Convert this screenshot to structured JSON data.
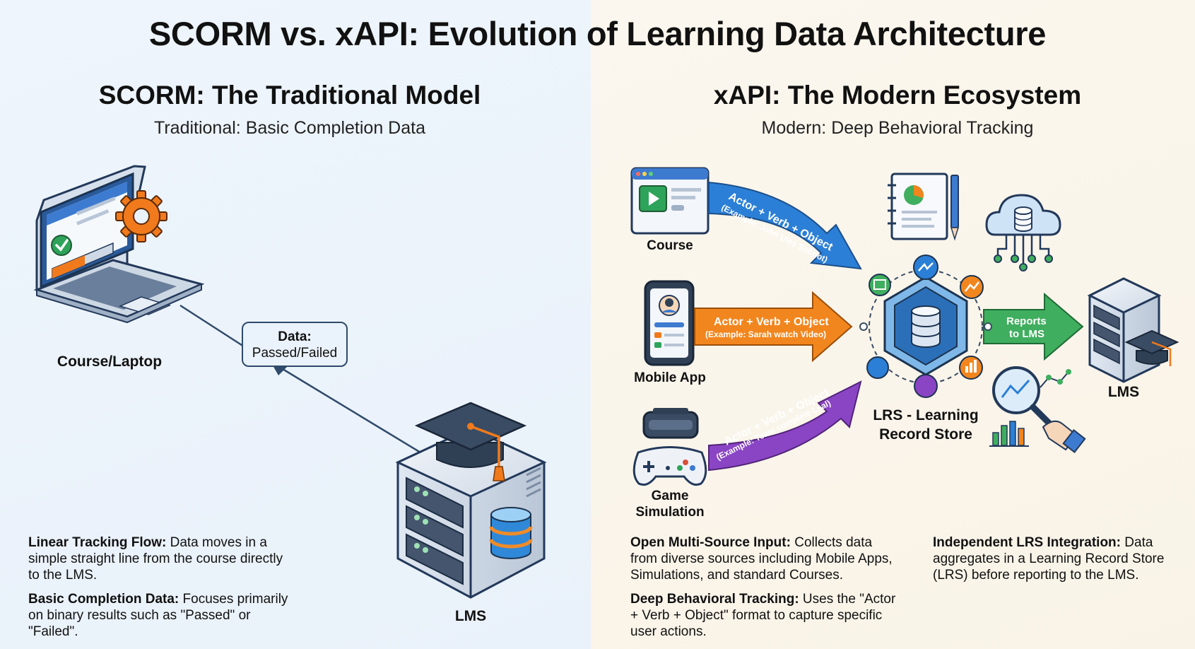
{
  "title": "SCORM vs. xAPI: Evolution of Learning Data Architecture",
  "scorm": {
    "title": "SCORM: The Traditional Model",
    "subtitle": "Traditional: Basic Completion Data",
    "course_label": "Course/Laptop",
    "callout_title": "Data:",
    "callout_value": "Passed/Failed",
    "lms_label": "LMS",
    "notes": [
      {
        "head": "Linear Tracking Flow:",
        "body": " Data moves in a simple straight line from the course directly to the LMS."
      },
      {
        "head": "Basic Completion Data:",
        "body": " Focuses primarily on binary results such as \"Passed\" or \"Failed\"."
      }
    ]
  },
  "xapi": {
    "title": "xAPI: The Modern Ecosystem",
    "subtitle": "Modern: Deep Behavioral Tracking",
    "sources": [
      {
        "label": "Course",
        "arrow_main": "Actor + Verb + Object",
        "arrow_example": "(Example: John Ules Sobnot)",
        "color": "#2b7fd6"
      },
      {
        "label": "Mobile App",
        "arrow_main": "Actor + Verb + Object",
        "arrow_example": "(Example: Sarah watch Video)",
        "color": "#f2861e"
      },
      {
        "label": "Game Simulation",
        "arrow_main": "Actor + Verb + Object",
        "arrow_example": "(Example: Team complete Leal)",
        "color": "#8a45c4"
      }
    ],
    "game_label_line1": "Game",
    "game_label_line2": "Simulation",
    "lrs_label_line1": "LRS - Learning",
    "lrs_label_line2": "Record Store",
    "reports_line1": "Reports",
    "reports_line2": "to LMS",
    "reports_color": "#3fae5e",
    "lms_label": "LMS",
    "notes": [
      {
        "head": "Open Multi-Source Input:",
        "body": " Collects data from diverse sources including Mobile Apps, Simulations, and standard Courses."
      },
      {
        "head": "Deep Behavioral Tracking:",
        "body": " Uses the \"Actor + Verb + Object\" format to capture specific user actions."
      },
      {
        "head": "Independent LRS Integration:",
        "body": " Data aggregates in a Learning Record Store (LRS) before reporting to the LMS."
      }
    ]
  },
  "icons": [
    "laptop-icon",
    "gear-icon",
    "graduation-cap-icon",
    "server-icon",
    "database-icon",
    "video-player-icon",
    "phone-icon",
    "vr-headset-icon",
    "gamepad-icon",
    "report-icon",
    "cloud-database-icon",
    "magnifier-chart-icon"
  ]
}
